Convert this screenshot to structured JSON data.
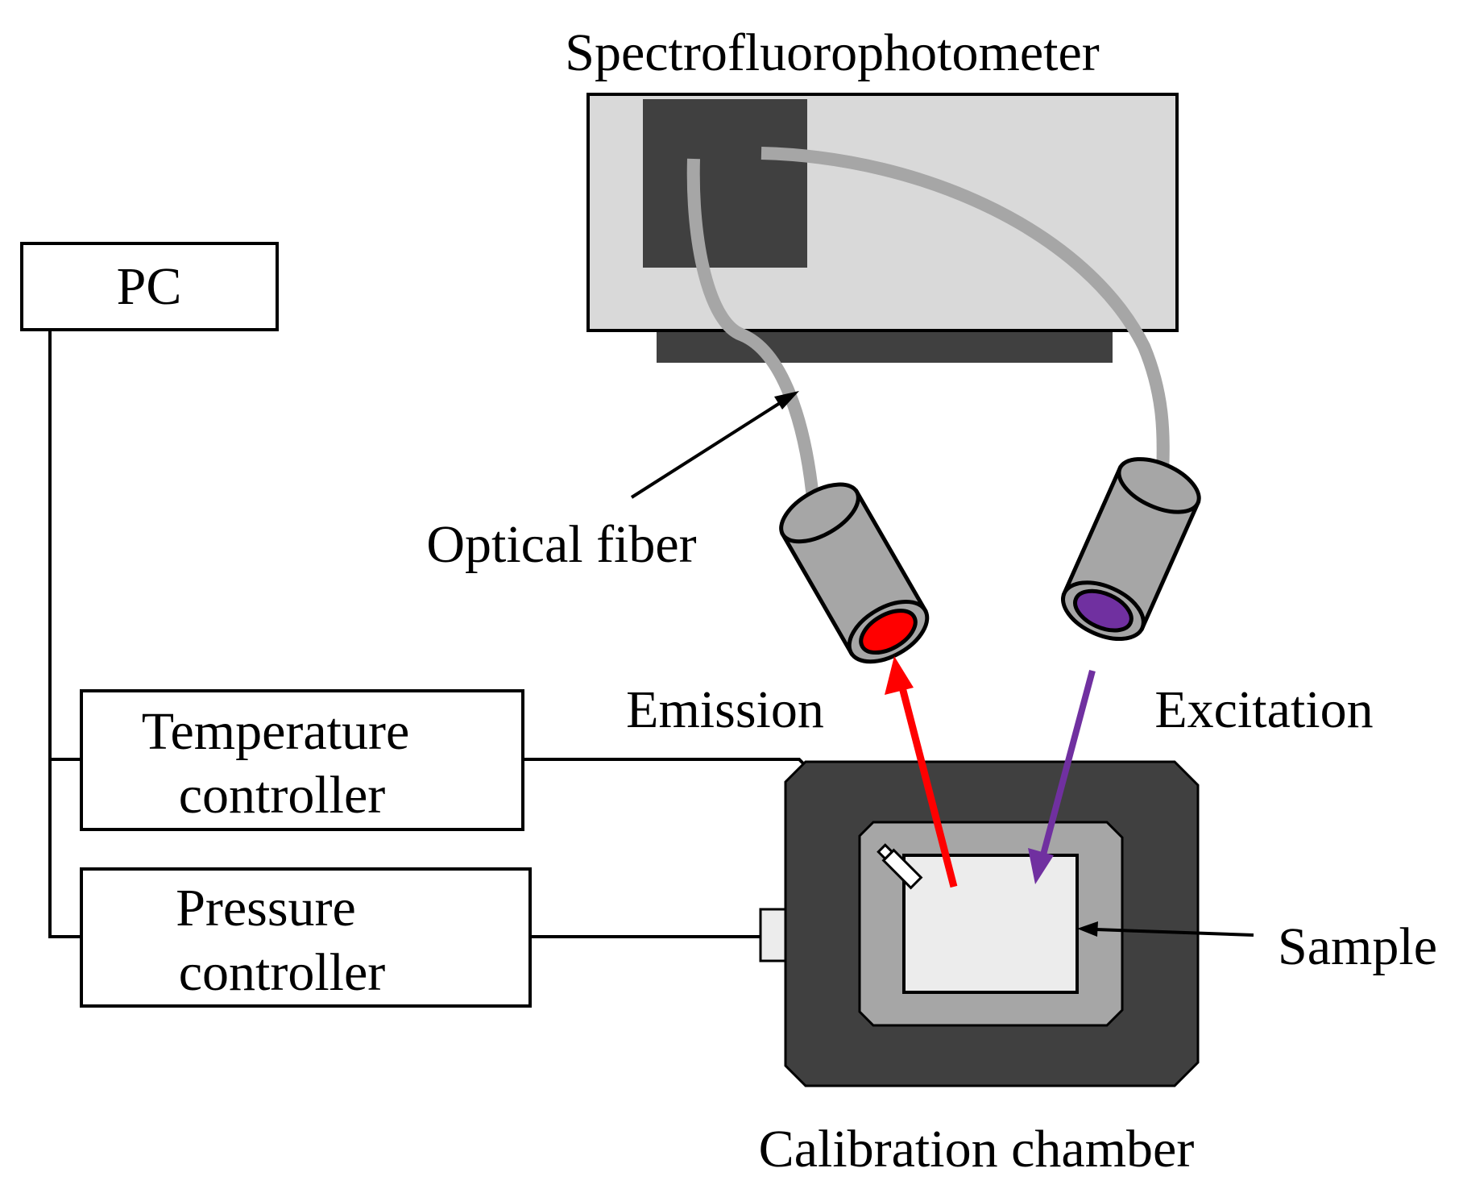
{
  "labels": {
    "spectro": "Spectrofluorophotometer",
    "pc": "PC",
    "fiber": "Optical fiber",
    "emission": "Emission",
    "excitation": "Excitation",
    "temp1": "Temperature",
    "temp2": "controller",
    "press1": "Pressure",
    "press2": "controller",
    "sample": "Sample",
    "chamber": "Calibration chamber"
  },
  "colors": {
    "emission": "#ff0000",
    "excitation": "#7030a0",
    "dark": "#404040",
    "light_gray": "#d9d9d9",
    "mid_gray": "#a6a6a6",
    "sample": "#ececec"
  },
  "icons": {
    "emission_probe": "cylinder-probe-icon",
    "excitation_probe": "cylinder-probe-icon",
    "thermocouple": "sensor-probe-icon"
  }
}
